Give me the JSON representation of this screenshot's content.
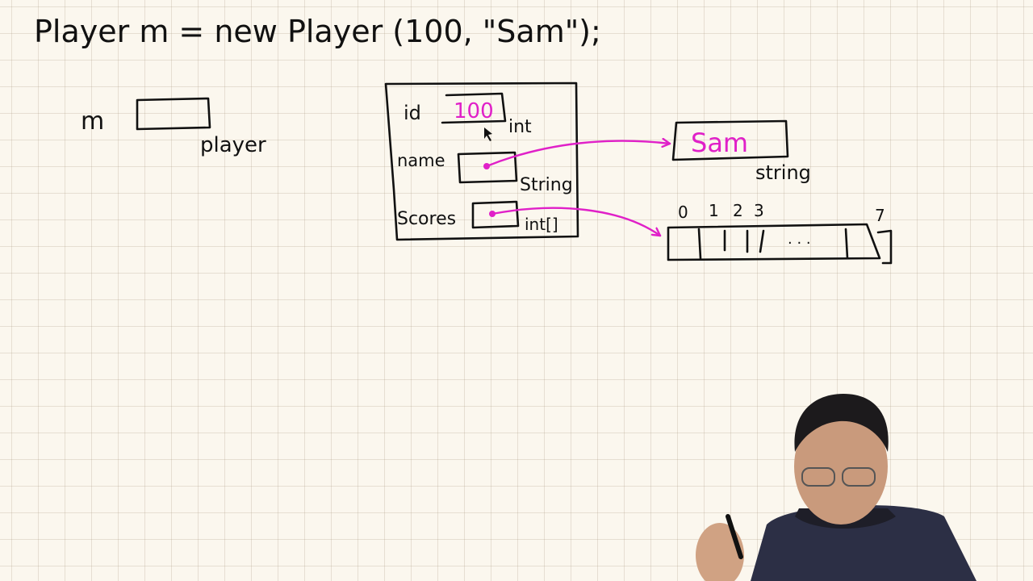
{
  "code_line": "Player m = new Player (100, \"Sam\");",
  "variable": {
    "name": "m",
    "type": "player"
  },
  "object": {
    "fields": [
      {
        "label": "id",
        "value": "100",
        "type": "int"
      },
      {
        "label": "name",
        "type": "String"
      },
      {
        "label": "Scores",
        "type": "int[]"
      }
    ]
  },
  "string_obj": {
    "value": "Sam",
    "type": "string"
  },
  "array": {
    "indices": [
      "0",
      "1",
      "2",
      "3"
    ],
    "last_index": "7",
    "ellipsis": ". . ."
  },
  "colors": {
    "ink": "#111111",
    "highlight": "#e020c8",
    "paper": "#fbf7ee"
  }
}
